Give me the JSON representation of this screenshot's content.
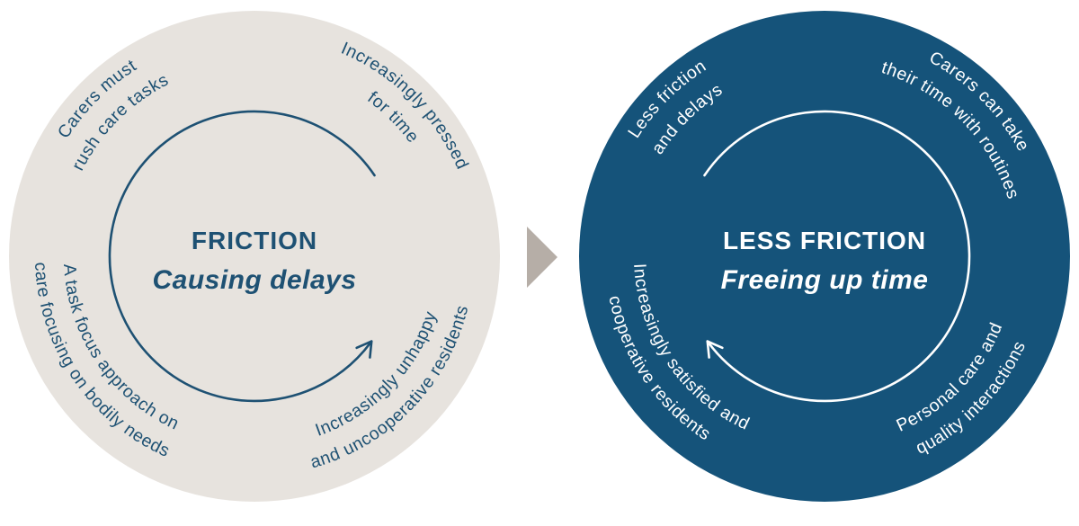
{
  "diagram": {
    "description": "Two-cycle comparison diagram",
    "arrow_color": "#b6aea7",
    "background": "#ffffff",
    "left_circle": {
      "fill": "#e7e3de",
      "text_color": "#1e5173",
      "title": "FRICTION",
      "subtitle": "Causing delays",
      "cycle_direction": "counterclockwise",
      "labels": {
        "top_left": {
          "line1": "Carers must",
          "line2": "rush care tasks"
        },
        "top_right": {
          "line1": "Increasingly pressed",
          "line2": "for time"
        },
        "bottom_left": {
          "line1": "A task focus approach on",
          "line2": "care focusing on bodily needs"
        },
        "bottom_right": {
          "line1": "Increasingly unhappy",
          "line2": "and uncooperative residents"
        }
      }
    },
    "right_circle": {
      "fill": "#15537a",
      "text_color": "#ffffff",
      "title": "LESS FRICTION",
      "subtitle": "Freeing up time",
      "cycle_direction": "clockwise",
      "labels": {
        "top_left": {
          "line1": "Less friction",
          "line2": "and delays"
        },
        "top_right": {
          "line1": "Carers can take",
          "line2": "their time with routines"
        },
        "bottom_left": {
          "line1": "Increasingly satisfied and",
          "line2": "cooperative residents"
        },
        "bottom_right": {
          "line1": "Personal care and",
          "line2": "quality interactions"
        }
      }
    }
  }
}
